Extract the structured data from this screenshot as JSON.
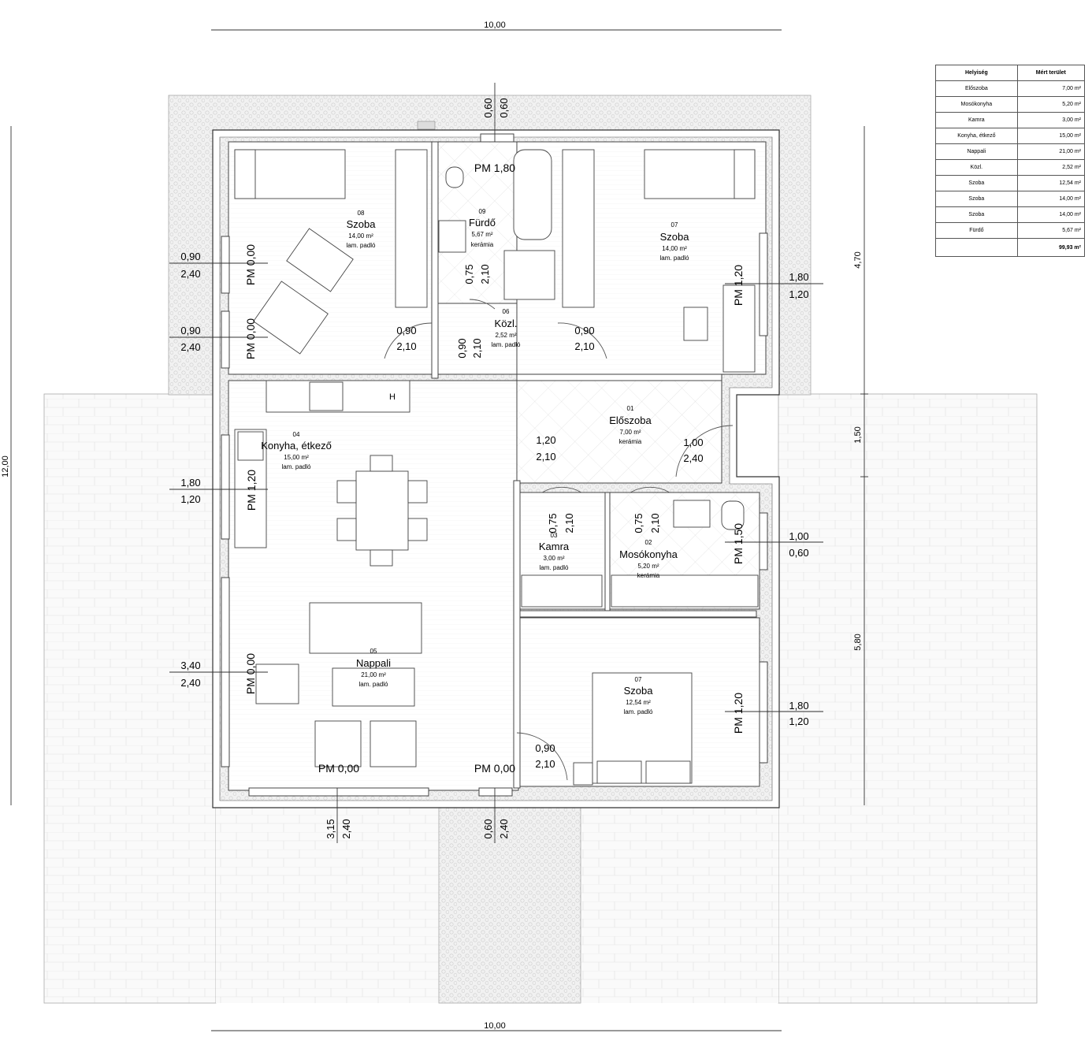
{
  "dimensions": {
    "top_width": "10,00",
    "bottom_width": "10,00",
    "left_height": "12,00",
    "right_segments": [
      "4,70",
      "1,50",
      "5,80"
    ]
  },
  "rooms": [
    {
      "id": "room-szoba-08",
      "num": "08",
      "name": "Szoba",
      "area": "14,00 m²",
      "floor": "lam. padló"
    },
    {
      "id": "room-furdo-09",
      "num": "09",
      "name": "Fürdő",
      "area": "5,67 m²",
      "floor": "kerámia"
    },
    {
      "id": "room-szoba-07a",
      "num": "07",
      "name": "Szoba",
      "area": "14,00 m²",
      "floor": "lam. padló"
    },
    {
      "id": "room-kozl-06",
      "num": "06",
      "name": "Közl.",
      "area": "2,52 m²",
      "floor": "lam. padló"
    },
    {
      "id": "room-eloszoba-01",
      "num": "01",
      "name": "Előszoba",
      "area": "7,00 m²",
      "floor": "kerámia"
    },
    {
      "id": "room-konyha-04",
      "num": "04",
      "name": "Konyha, étkező",
      "area": "15,00 m²",
      "floor": "lam. padló"
    },
    {
      "id": "room-kamra-03",
      "num": "03",
      "name": "Kamra",
      "area": "3,00 m²",
      "floor": "lam. padló"
    },
    {
      "id": "room-mosokonyha-02",
      "num": "02",
      "name": "Mosókonyha",
      "area": "5,20 m²",
      "floor": "kerámia"
    },
    {
      "id": "room-nappali-05",
      "num": "05",
      "name": "Nappali",
      "area": "21,00 m²",
      "floor": "lam. padló"
    },
    {
      "id": "room-szoba-07b",
      "num": "07",
      "name": "Szoba",
      "area": "12,54 m²",
      "floor": "lam. padló"
    }
  ],
  "openings": [
    {
      "id": "win-top-bath",
      "a": "0,60",
      "b": "0,60"
    },
    {
      "id": "win-left-1",
      "a": "0,90",
      "b": "2,40"
    },
    {
      "id": "win-left-2",
      "a": "0,90",
      "b": "2,40"
    },
    {
      "id": "win-left-kitchen",
      "a": "1,80",
      "b": "1,20"
    },
    {
      "id": "win-left-living",
      "a": "3,40",
      "b": "2,40"
    },
    {
      "id": "win-right-room",
      "a": "1,80",
      "b": "1,20"
    },
    {
      "id": "door-entry",
      "a": "1,00",
      "b": "2,40"
    },
    {
      "id": "win-right-laundry",
      "a": "1,00",
      "b": "0,60"
    },
    {
      "id": "win-right-room2",
      "a": "1,80",
      "b": "1,20"
    },
    {
      "id": "door-room08",
      "a": "0,90",
      "b": "2,10"
    },
    {
      "id": "door-room07",
      "a": "0,90",
      "b": "2,10"
    },
    {
      "id": "door-corridor",
      "a": "0,90",
      "b": "2,10"
    },
    {
      "id": "door-bath",
      "a": "0,75",
      "b": "2,10"
    },
    {
      "id": "opening-hall",
      "a": "1,20",
      "b": "2,10"
    },
    {
      "id": "door-kamra",
      "a": "0,75",
      "b": "2,10"
    },
    {
      "id": "door-laundry",
      "a": "0,75",
      "b": "2,10"
    },
    {
      "id": "door-room2",
      "a": "0,90",
      "b": "2,10"
    },
    {
      "id": "win-bottom-living",
      "a": "3,15",
      "b": "2,40"
    },
    {
      "id": "door-bottom",
      "a": "0,60",
      "b": "2,40"
    }
  ],
  "sill_heights": {
    "bath": "PM 1,80",
    "room08_a": "PM 0,00",
    "room08_b": "PM 0,00",
    "room07a": "PM 1,20",
    "kitchen": "PM 1,20",
    "laundry": "PM 1,50",
    "living_left": "PM 0,00",
    "living_bottom": "PM 0,00",
    "terrace": "PM 0,00",
    "room07b": "PM 1,20"
  },
  "fixtures": {
    "oven_label": "H"
  },
  "area_table": {
    "headers": [
      "Helyiség",
      "Mért terület"
    ],
    "rows": [
      [
        "Előszoba",
        "7,00 m²"
      ],
      [
        "Mosókonyha",
        "5,20 m²"
      ],
      [
        "Kamra",
        "3,00 m²"
      ],
      [
        "Konyha, étkező",
        "15,00 m²"
      ],
      [
        "Nappali",
        "21,00 m²"
      ],
      [
        "Közl.",
        "2,52 m²"
      ],
      [
        "Szoba",
        "12,54 m²"
      ],
      [
        "Szoba",
        "14,00 m²"
      ],
      [
        "Szoba",
        "14,00 m²"
      ],
      [
        "Fürdő",
        "5,67 m²"
      ]
    ],
    "total": [
      "",
      "99,93 m²"
    ]
  },
  "colors": {
    "line": "#333333",
    "paving": "#f4f4f4",
    "pebble": "#ececec"
  }
}
